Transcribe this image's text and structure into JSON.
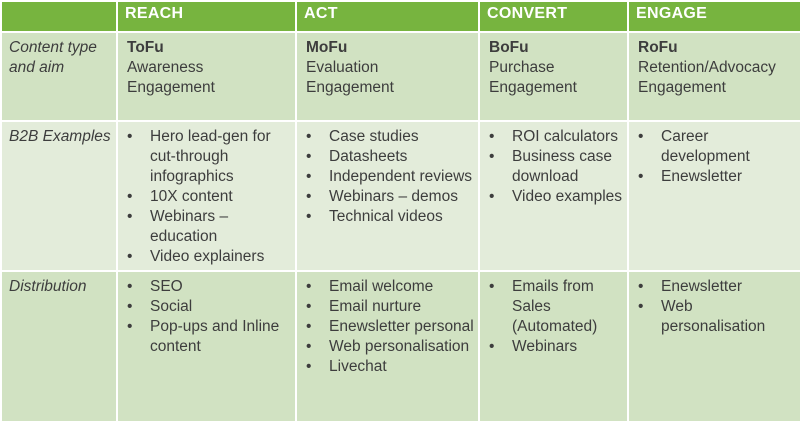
{
  "headers": [
    "",
    "REACH",
    "ACT",
    "CONVERT",
    "ENGAGE"
  ],
  "rows": [
    {
      "label": "Content type and aim",
      "cells": [
        {
          "title": "ToFu",
          "lines": [
            "Awareness",
            "Engagement"
          ]
        },
        {
          "title": "MoFu",
          "lines": [
            "Evaluation",
            "Engagement"
          ]
        },
        {
          "title": "BoFu",
          "lines": [
            "Purchase",
            "Engagement"
          ]
        },
        {
          "title": "RoFu",
          "lines": [
            "Retention/Advocacy",
            "Engagement"
          ]
        }
      ]
    },
    {
      "label": "B2B Examples",
      "cells": [
        {
          "bullets": [
            "Hero lead-gen for cut-through infographics",
            "10X content",
            "Webinars – education",
            "Video explainers"
          ]
        },
        {
          "bullets": [
            "Case studies",
            "Datasheets",
            "Independent reviews",
            "Webinars – demos",
            "Technical videos"
          ]
        },
        {
          "bullets": [
            "ROI calculators",
            "Business case download",
            "Video examples"
          ]
        },
        {
          "bullets": [
            "Career development",
            "Enewsletter"
          ]
        }
      ]
    },
    {
      "label": "Distribution",
      "cells": [
        {
          "bullets": [
            "SEO",
            "Social",
            "Pop-ups and Inline content"
          ]
        },
        {
          "bullets": [
            "Email welcome",
            "Email nurture",
            "Enewsletter personal",
            "Web personalisation",
            "Livechat"
          ]
        },
        {
          "bullets": [
            "Emails from Sales (Automated)",
            "Webinars"
          ]
        },
        {
          "bullets": [
            "Enewsletter",
            "Web personalisation"
          ]
        }
      ]
    }
  ]
}
